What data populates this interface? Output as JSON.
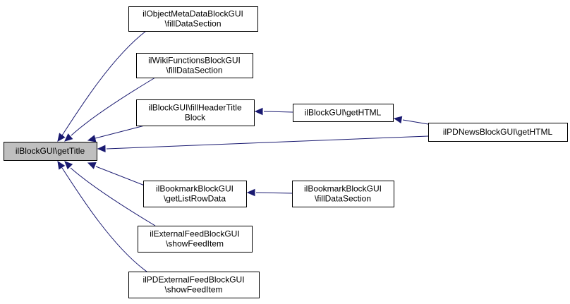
{
  "diagram": {
    "nodes": [
      {
        "id": "root",
        "lines": [
          "ilBlockGUI\\getTitle"
        ]
      },
      {
        "id": "objmeta",
        "lines": [
          "ilObjectMetaDataBlockGUI",
          "\\fillDataSection"
        ]
      },
      {
        "id": "wikifunc",
        "lines": [
          "ilWikiFunctionsBlockGUI",
          "\\fillDataSection"
        ]
      },
      {
        "id": "fillheader",
        "lines": [
          "ilBlockGUI\\fillHeaderTitle",
          "Block"
        ]
      },
      {
        "id": "gethtml",
        "lines": [
          "ilBlockGUI\\getHTML"
        ]
      },
      {
        "id": "pdnews",
        "lines": [
          "ilPDNewsBlockGUI\\getHTML"
        ]
      },
      {
        "id": "bookmarkrow",
        "lines": [
          "ilBookmarkBlockGUI",
          "\\getListRowData"
        ]
      },
      {
        "id": "bookmarkfill",
        "lines": [
          "ilBookmarkBlockGUI",
          "\\fillDataSection"
        ]
      },
      {
        "id": "extfeed",
        "lines": [
          "ilExternalFeedBlockGUI",
          "\\showFeedItem"
        ]
      },
      {
        "id": "pdextfeed",
        "lines": [
          "ilPDExternalFeedBlockGUI",
          "\\showFeedItem"
        ]
      }
    ],
    "edges": [
      {
        "from": "objmeta",
        "to": "root"
      },
      {
        "from": "wikifunc",
        "to": "root"
      },
      {
        "from": "fillheader",
        "to": "root"
      },
      {
        "from": "gethtml",
        "to": "fillheader"
      },
      {
        "from": "pdnews",
        "to": "gethtml"
      },
      {
        "from": "pdnews",
        "to": "root"
      },
      {
        "from": "bookmarkrow",
        "to": "root"
      },
      {
        "from": "bookmarkfill",
        "to": "bookmarkrow"
      },
      {
        "from": "extfeed",
        "to": "root"
      },
      {
        "from": "pdextfeed",
        "to": "root"
      }
    ],
    "colors": {
      "edge": "#191970",
      "root_fill": "#bfbfbf",
      "node_fill": "#ffffff",
      "border": "#000000"
    }
  }
}
